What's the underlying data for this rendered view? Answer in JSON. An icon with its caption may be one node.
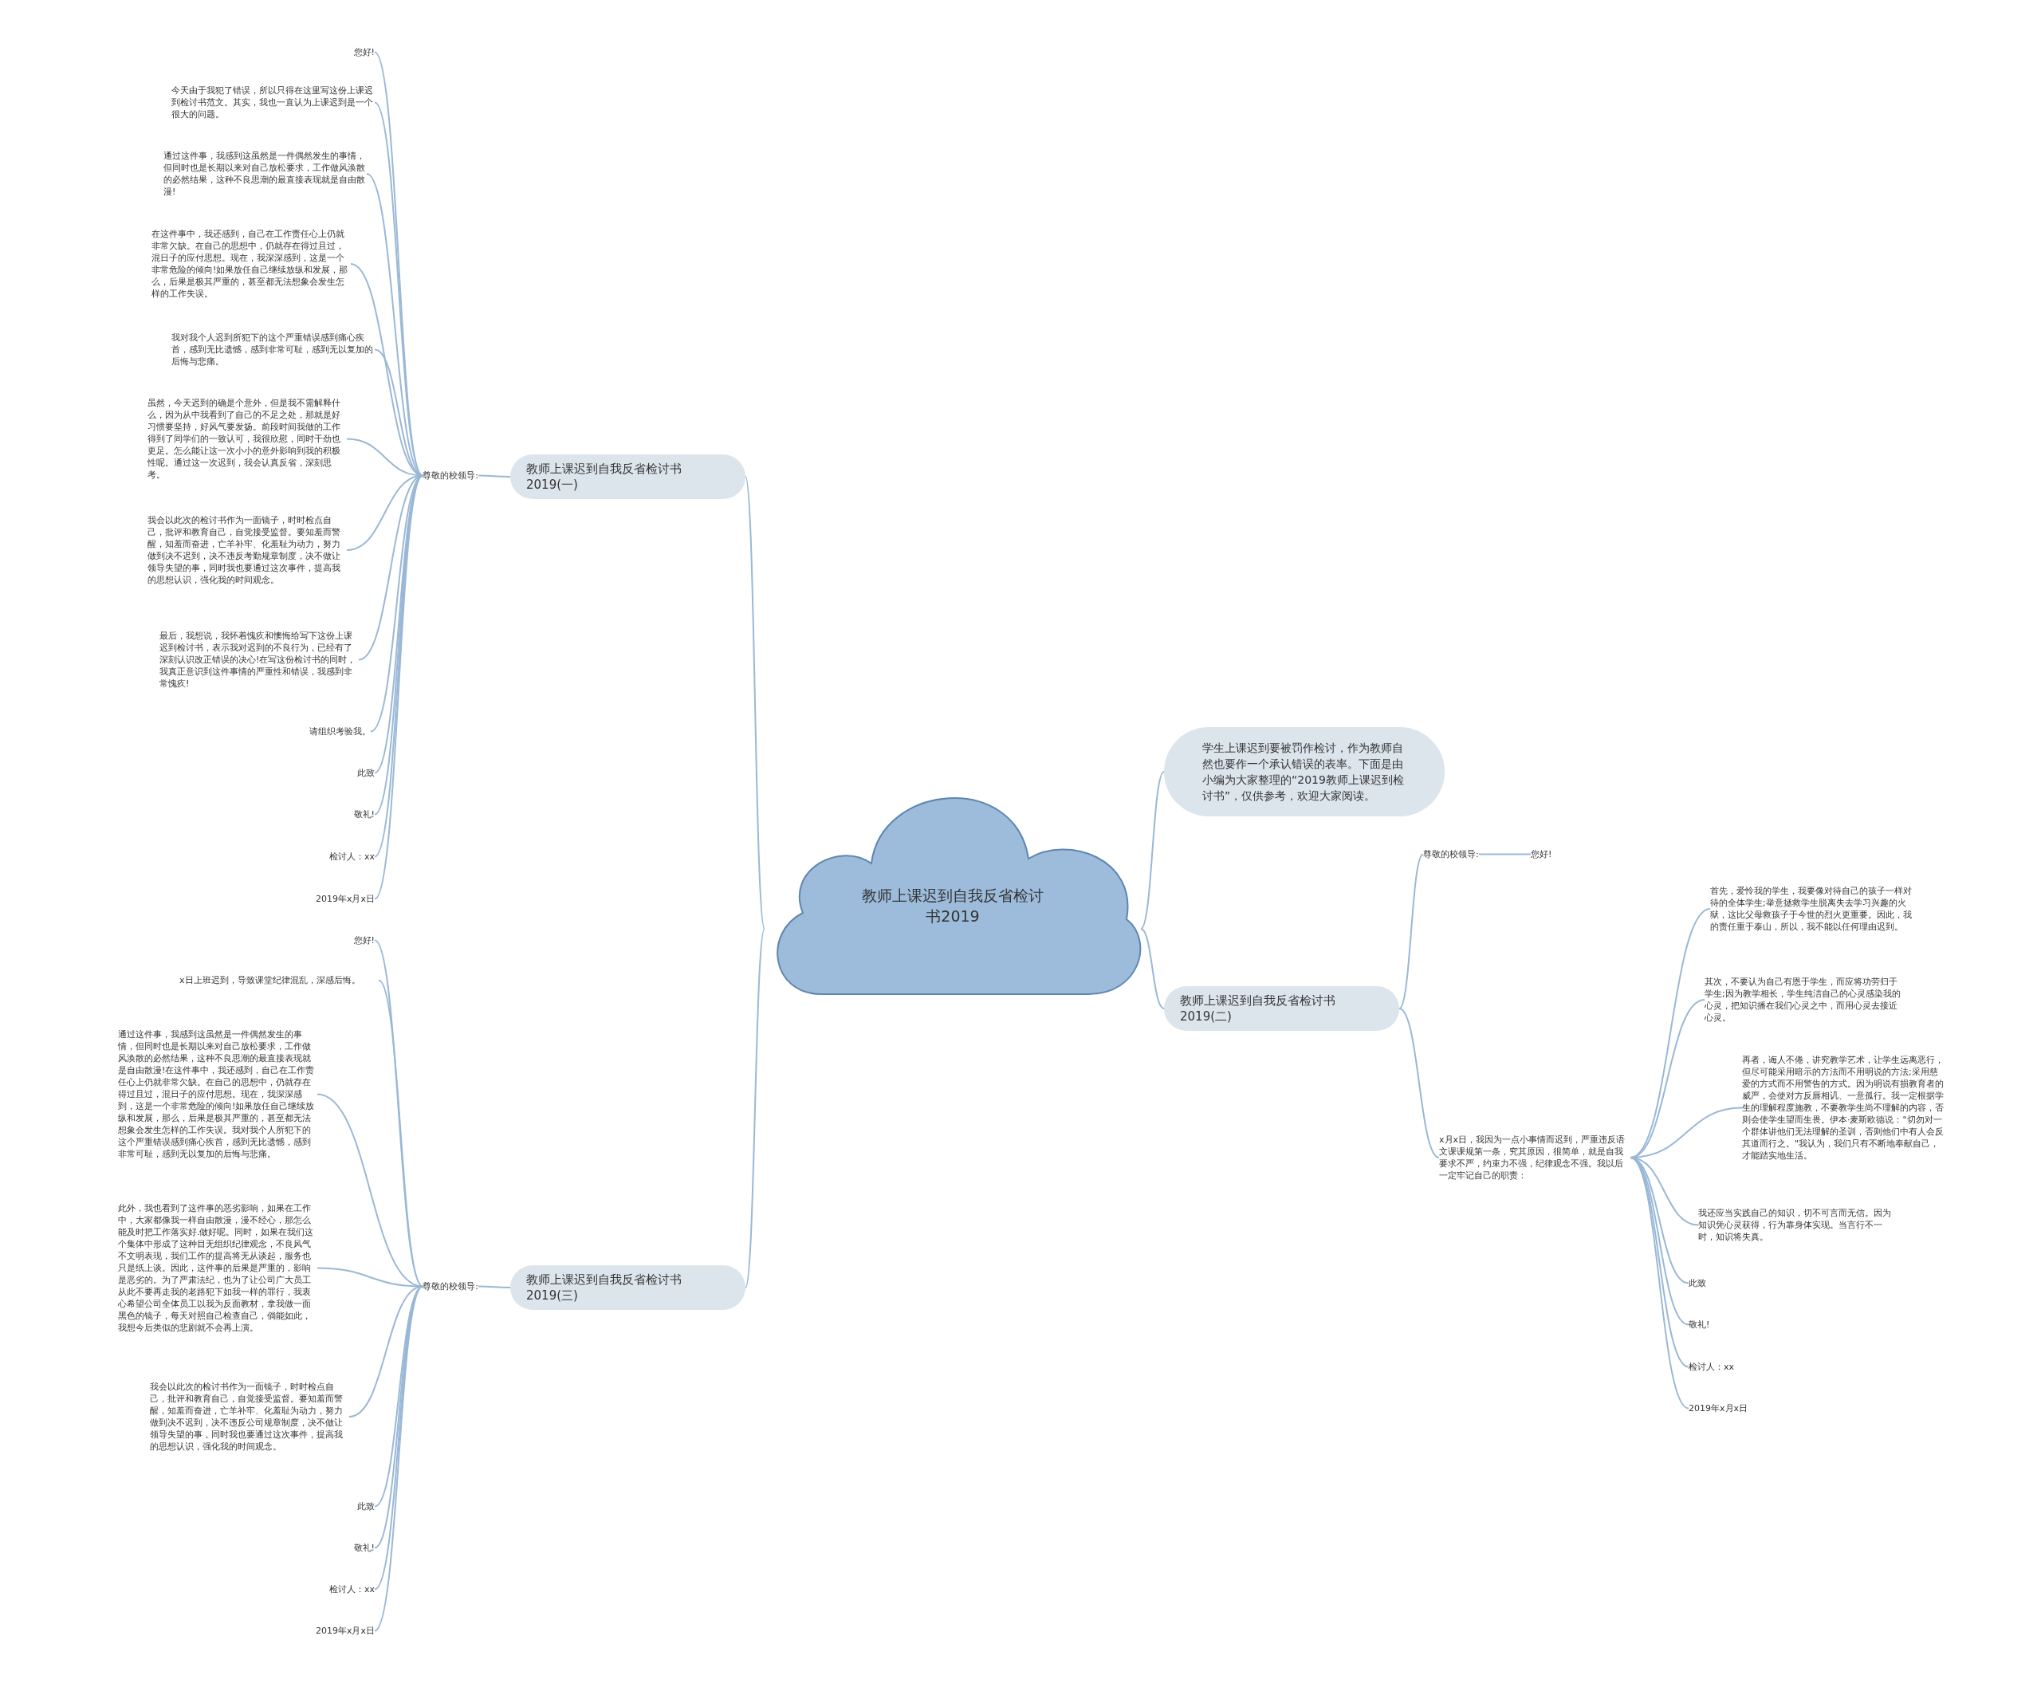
{
  "diagram": {
    "nodes": [
      {
        "text": [
          "教师上课迟到自我反省检讨书2019"
        ]
      },
      {
        "text": [
          "教师上课迟到自我反省检讨书2019(一)"
        ]
      },
      {
        "text": [
          "尊敬的校领导:"
        ]
      },
      {
        "text": [
          "您好!"
        ]
      },
      {
        "text": [
          "今天由于我犯了错误，所以只得在这里写这份上课迟到检讨书范文。其实，我也一直认为上课迟到是一个很大的问题。"
        ]
      },
      {
        "text": [
          "通过这件事，我感到这虽然是一件偶然发生的事情，但同时也是长期以来对自己放松要求，工作做风涣散的必然结果，这种不良思潮的最直接表现就是自由散漫!"
        ]
      },
      {
        "text": [
          "在这件事中，我还感到，自己在工作责任心上仍就非常欠缺。在自己的思想中，仍就存在得过且过，混日子的应付思想。现在，我深深感到，这是一个非常危险的倾向!如果放任自己继续放纵和发展，那么，后果是极其严重的，甚至都无法想象会发生怎样的工作失误。"
        ]
      },
      {
        "text": [
          "我对我个人迟到所犯下的这个严重错误感到痛心疾首，感到无比遗憾，感到非常可耻，感到无以复加的后悔与悲痛。"
        ]
      },
      {
        "text": [
          "虽然，今天迟到的确是个意外，但是我不需解释什么，因为从中我看到了自己的不足之处，那就是好习惯要坚持，好风气要发扬。前段时间我做的工作得到了同学们的一致认可，我很欣慰，同时干劲也更足。怎么能让这一次小小的意外影响到我的积极性呢。通过这一次迟到，我会认真反省，深刻思考。"
        ]
      },
      {
        "text": [
          "我会以此次的检讨书作为一面镜子，时时检点自己，批评和教育自己，自觉接受监督。要知羞而警醒，知羞而奋进，亡羊补牢、化羞耻为动力，努力做到决不迟到，决不违反考勤规章制度，决不做让领导失望的事，同时我也要通过这次事件，提高我的思想认识，强化我的时间观念。"
        ]
      },
      {
        "text": [
          "最后，我想说，我怀着愧疚和懊悔给写下这份上课迟到检讨书，表示我对迟到的不良行为，已经有了深刻认识改正错误的决心!在写这份检讨书的同时，我真正意识到这件事情的严重性和错误，我感到非常愧疚!"
        ]
      },
      {
        "text": [
          "请组织考验我。"
        ]
      },
      {
        "text": [
          "此致"
        ]
      },
      {
        "text": [
          "敬礼!"
        ]
      },
      {
        "text": [
          "检讨人：xx"
        ]
      },
      {
        "text": [
          "2019年x月x日"
        ]
      },
      {
        "text": [
          "教师上课迟到自我反省检讨书2019(三)"
        ]
      },
      {
        "text": [
          "尊敬的校领导:"
        ]
      },
      {
        "text": [
          "您好!"
        ]
      },
      {
        "text": [
          "x日上班迟到，导致课堂纪律混乱，深感后悔。"
        ]
      },
      {
        "text": [
          "通过这件事，我感到这虽然是一件偶然发生的事情，但同时也是长期以来对自己放松要求，工作做风涣散的必然结果，这种不良思潮的最直接表现就是自由散漫!在这件事中，我还感到，自己在工作责任心上仍就非常欠缺。在自己的思想中，仍就存在得过且过，混日子的应付思想。现在，我深深感到，这是一个非常危险的倾向!如果放任自己继续放纵和发展，那么，后果是极其严重的，甚至都无法想象会发生怎样的工作失误。我对我个人所犯下的这个严重错误感到痛心疾首，感到无比遗憾，感到非常可耻，感到无以复加的后悔与悲痛。"
        ]
      },
      {
        "text": [
          "此外，我也看到了这件事的恶劣影响，如果在工作中，大家都像我一样自由散漫，漫不经心，那怎么能及时把工作落实好.做好呢。同时，如果在我们这个集体中形成了这种目无组织纪律观念，不良风气不文明表现，我们工作的提高将无从谈起，服务也只是纸上谈。因此，这件事的后果是严重的，影响是恶劣的。为了严肃法纪，也为了让公司广大员工从此不要再走我的老路犯下如我一样的罪行，我衷心希望公司全体员工以我为反面教材，拿我做一面黑色的镜子，每天对照自己检查自己，倘能如此，我想今后类似的悲剧就不会再上演。"
        ]
      },
      {
        "text": [
          "我会以此次的检讨书作为一面镜子，时时检点自己，批评和教育自己，自觉接受监督。要知羞而警醒，知羞而奋进，亡羊补牢、化羞耻为动力，努力做到决不迟到，决不违反公司规章制度，决不做让领导失望的事，同时我也要通过这次事件，提高我的思想认识，强化我的时间观念。"
        ]
      },
      {
        "text": [
          "此致"
        ]
      },
      {
        "text": [
          "敬礼!"
        ]
      },
      {
        "text": [
          "检讨人：xx"
        ]
      },
      {
        "text": [
          "2019年x月x日"
        ]
      },
      {
        "text": [
          "学生上课迟到要被罚作检讨，作为教师自然也要作一个承认错误的表率。下面是由小编为大家整理的“2019教师上课迟到检讨书”，仅供参考，欢迎大家阅读。"
        ]
      },
      {
        "text": [
          "教师上课迟到自我反省检讨书2019(二)"
        ]
      },
      {
        "text": [
          "尊敬的校领导:"
        ]
      },
      {
        "text": [
          "您好!"
        ]
      },
      {
        "text": [
          "x月x日，我因为一点小事情而迟到，严重违反语文课课规第一条，究其原因，很简单，就是自我要求不严，约束力不强，纪律观念不强。我以后一定牢记自己的职责："
        ]
      },
      {
        "text": [
          "首先，爱怜我的学生，我要像对待自己的孩子一样对待的全体学生;举意拯救学生脱离失去学习兴趣的火狱，这比父母救孩子于今世的烈火更重要。因此，我的责任重于泰山，所以，我不能以任何理由迟到。"
        ]
      },
      {
        "text": [
          "其次，不要认为自己有恩于学生，而应将功劳归于学生;因为教学相长，学生纯洁自己的心灵感染我的心灵，把知识播在我们心灵之中，而用心灵去接近心灵。"
        ]
      },
      {
        "text": [
          "再者，诲人不倦，讲究教学艺术，让学生远离恶行，但尽可能采用暗示的方法而不用明说的方法;采用慈爱的方式而不用警告的方式。因为明说有损教育者的威严，会使对方反唇相讥、一意孤行。我一定根据学生的理解程度施教，不要教学生尚不理解的内容，否则会使学生望而生畏。伊本·麦斯欧德说：\"切勿对一个群体讲他们无法理解的圣训，否则他们中有人会反其道而行之。\"我认为，我们只有不断地奉献自己，才能踏实地生活。"
        ]
      },
      {
        "text": [
          "我还应当实践自己的知识，切不可言而无信。因为知识凭心灵获得，行为靠身体实现。当言行不一时，知识将失真。"
        ]
      },
      {
        "text": [
          "此致"
        ]
      },
      {
        "text": [
          "敬礼!"
        ]
      },
      {
        "text": [
          "检讨人：xx"
        ]
      },
      {
        "text": [
          "2019年x月x日"
        ]
      }
    ],
    "edges": [
      {
        "from": 0,
        "to": 1,
        "arrow": "none"
      },
      {
        "from": 1,
        "to": 2,
        "arrow": "none"
      },
      {
        "from": 2,
        "to": 3,
        "arrow": "none"
      },
      {
        "from": 2,
        "to": 4,
        "arrow": "none"
      },
      {
        "from": 2,
        "to": 5,
        "arrow": "none"
      },
      {
        "from": 2,
        "to": 6,
        "arrow": "none"
      },
      {
        "from": 2,
        "to": 7,
        "arrow": "none"
      },
      {
        "from": 2,
        "to": 8,
        "arrow": "none"
      },
      {
        "from": 2,
        "to": 9,
        "arrow": "none"
      },
      {
        "from": 2,
        "to": 10,
        "arrow": "none"
      },
      {
        "from": 2,
        "to": 11,
        "arrow": "none"
      },
      {
        "from": 2,
        "to": 12,
        "arrow": "none"
      },
      {
        "from": 2,
        "to": 13,
        "arrow": "none"
      },
      {
        "from": 2,
        "to": 14,
        "arrow": "none"
      },
      {
        "from": 2,
        "to": 15,
        "arrow": "none"
      },
      {
        "from": 0,
        "to": 16,
        "arrow": "none"
      },
      {
        "from": 16,
        "to": 17,
        "arrow": "none"
      },
      {
        "from": 17,
        "to": 18,
        "arrow": "none"
      },
      {
        "from": 17,
        "to": 19,
        "arrow": "none"
      },
      {
        "from": 17,
        "to": 20,
        "arrow": "none"
      },
      {
        "from": 17,
        "to": 21,
        "arrow": "none"
      },
      {
        "from": 17,
        "to": 22,
        "arrow": "none"
      },
      {
        "from": 17,
        "to": 23,
        "arrow": "none"
      },
      {
        "from": 17,
        "to": 24,
        "arrow": "none"
      },
      {
        "from": 17,
        "to": 25,
        "arrow": "none"
      },
      {
        "from": 17,
        "to": 26,
        "arrow": "none"
      },
      {
        "from": 0,
        "to": 27,
        "arrow": "none"
      },
      {
        "from": 0,
        "to": 28,
        "arrow": "none"
      },
      {
        "from": 28,
        "to": 29,
        "arrow": "none"
      },
      {
        "from": 29,
        "to": 30,
        "arrow": "none"
      },
      {
        "from": 28,
        "to": 31,
        "arrow": "none"
      },
      {
        "from": 31,
        "to": 32,
        "arrow": "none"
      },
      {
        "from": 31,
        "to": 33,
        "arrow": "none"
      },
      {
        "from": 31,
        "to": 34,
        "arrow": "none"
      },
      {
        "from": 31,
        "to": 35,
        "arrow": "none"
      },
      {
        "from": 31,
        "to": 36,
        "arrow": "none"
      },
      {
        "from": 31,
        "to": 37,
        "arrow": "none"
      },
      {
        "from": 31,
        "to": 38,
        "arrow": "none"
      },
      {
        "from": 31,
        "to": 39,
        "arrow": "none"
      }
    ]
  }
}
